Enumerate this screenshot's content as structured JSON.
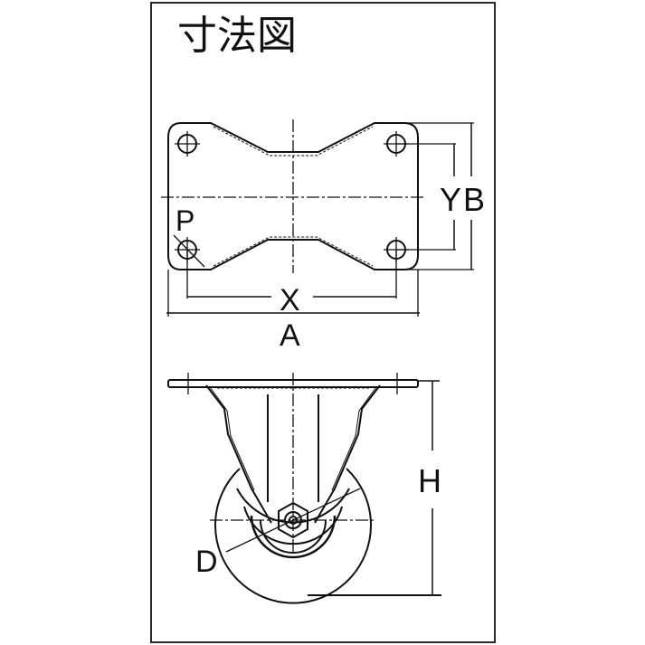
{
  "title": "寸法図",
  "colors": {
    "line": "#111111",
    "frame": "#2a2a2a",
    "background": "#ffffff"
  },
  "top_view": {
    "labels": {
      "P": "P",
      "X": "X",
      "A": "A",
      "Y": "Y",
      "B": "B"
    }
  },
  "side_view": {
    "labels": {
      "H": "H",
      "D": "D"
    }
  }
}
